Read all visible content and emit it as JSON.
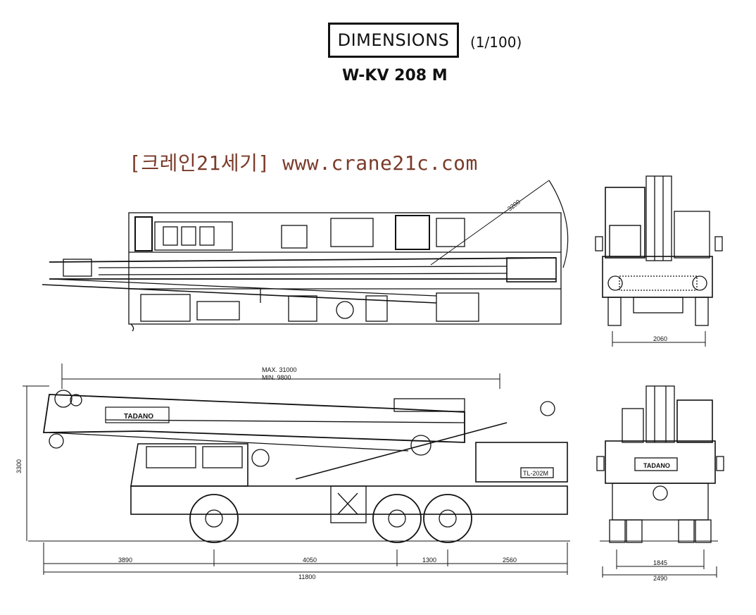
{
  "header": {
    "title": "DIMENSIONS",
    "scale": "(1/100)",
    "model": "W-KV 208 M"
  },
  "watermark": "[크레인21세기] www.crane21c.com",
  "top_view": {
    "radius_label": "3200"
  },
  "front_view": {
    "width_label": "2060"
  },
  "side_view": {
    "boom_max": "MAX. 31000",
    "boom_min": "MIN. 9800",
    "height_label": "3300",
    "brand": "TADANO",
    "model_plate": "TL-202M",
    "dims": [
      "3890",
      "4050",
      "1300",
      "2560"
    ],
    "overall_length": "11800"
  },
  "rear_view": {
    "brand": "TADANO",
    "track_label": "1845",
    "overall_width": "2490"
  }
}
